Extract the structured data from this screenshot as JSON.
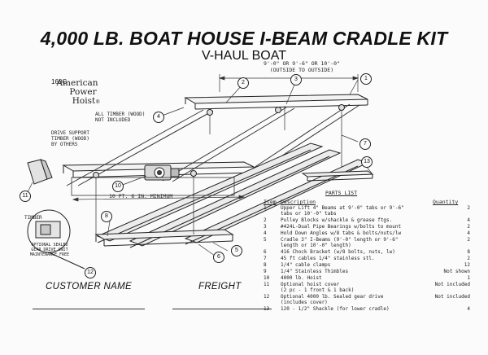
{
  "title": "4,000 LB. BOAT HOUSE I-BEAM CRADLE KIT",
  "subtitle": "V-HAUL BOAT",
  "product_code": "160C",
  "brand": [
    "American",
    "Power",
    "Hoist"
  ],
  "notes": {
    "timber": [
      "ALL TIMBER (WOOD)",
      "NOT INCLUDED"
    ],
    "drive_support": [
      "DRIVE SUPPORT",
      "TIMBER (WOOD)",
      "BY OTHERS"
    ],
    "beam_spacing": [
      "9'-0\" OR 9'-6\" OR 10'-0\"",
      "(OUTSIDE TO OUTSIDE)"
    ],
    "min_width": "10 FT. 6 IN. MINIMUM",
    "timber_label": "TIMBER",
    "gear_drive": [
      "OPTIONAL SEALED",
      "GEAR DRIVE UNIT",
      "MAINTENANCE FREE"
    ]
  },
  "callouts": [
    "1",
    "2",
    "3",
    "4",
    "5",
    "6",
    "7",
    "8",
    "10",
    "11",
    "12",
    "13"
  ],
  "parts_list": {
    "title": "PARTS LIST",
    "headers": [
      "Item",
      "Description",
      "Quantity"
    ],
    "rows": [
      {
        "item": "1",
        "desc": "Upper Lift 4\" Beams at 9'-0\" tabs or 9'-6\"\ntabs or 10'-0\" tabs",
        "qty": "2"
      },
      {
        "item": "2",
        "desc": "Pulley Blocks w/shackle & grease ftgs.",
        "qty": "4"
      },
      {
        "item": "3",
        "desc": "#424L-Dual Pipe Bearings w/bolts to mount",
        "qty": "2"
      },
      {
        "item": "4",
        "desc": "Hold Down Angles w/8 tabs & bolts/nuts/lw",
        "qty": "4"
      },
      {
        "item": "5",
        "desc": "Cradle 3\" I-Beams (9'-0\" length or 9'-6\"\nlength or 10'-0\" length)",
        "qty": "2"
      },
      {
        "item": "6",
        "desc": "416 Chock Bracket (w/8 bolts, nuts, lw)",
        "qty": "8"
      },
      {
        "item": "7",
        "desc": "45 ft cables 1/4\" stainless stl.",
        "qty": "2"
      },
      {
        "item": "8",
        "desc": "1/4\" cable clamps",
        "qty": "12"
      },
      {
        "item": "9",
        "desc": "1/4\" Stainless Thimbles",
        "qty": "Not shown"
      },
      {
        "item": "10",
        "desc": "4000 lb. Hoist",
        "qty": "1"
      },
      {
        "item": "11",
        "desc": "Optional hoist cover\n(2 pc - 1 front & 1 back)",
        "qty": "Not included"
      },
      {
        "item": "12",
        "desc": "Optional 4000 lb. Sealed gear drive\n(includes cover)",
        "qty": "Not included"
      },
      {
        "item": "13",
        "desc": "120 - 1/2\" Shackle (for lower cradle)",
        "qty": "4"
      }
    ]
  },
  "footer": {
    "customer_name": "CUSTOMER NAME",
    "freight": "FREIGHT"
  }
}
